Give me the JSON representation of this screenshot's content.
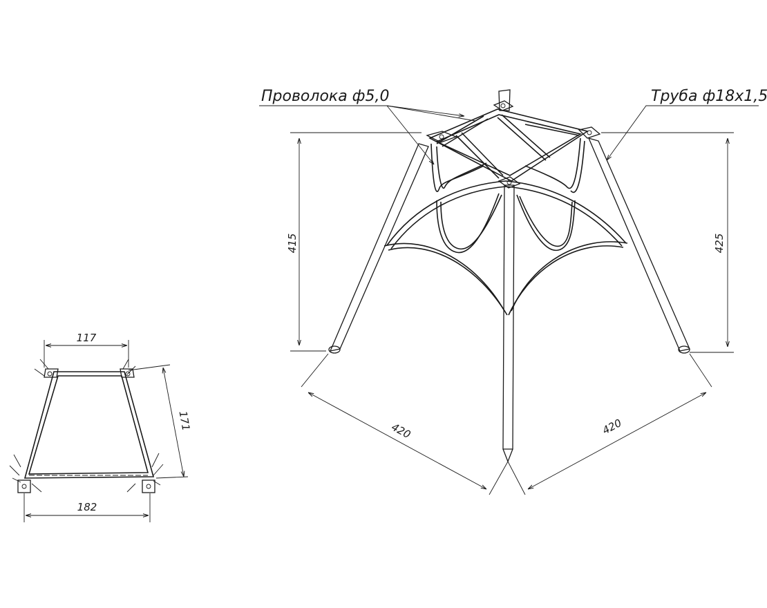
{
  "labels": {
    "wire": "Проволока ф5,0",
    "tube": "Труба ф18х1,5"
  },
  "dimensions": {
    "left_height": "415",
    "right_height": "425",
    "left_spread": "420",
    "right_spread": "420",
    "detail_top_width": "117",
    "detail_side_length": "171",
    "detail_bottom_width": "182"
  }
}
